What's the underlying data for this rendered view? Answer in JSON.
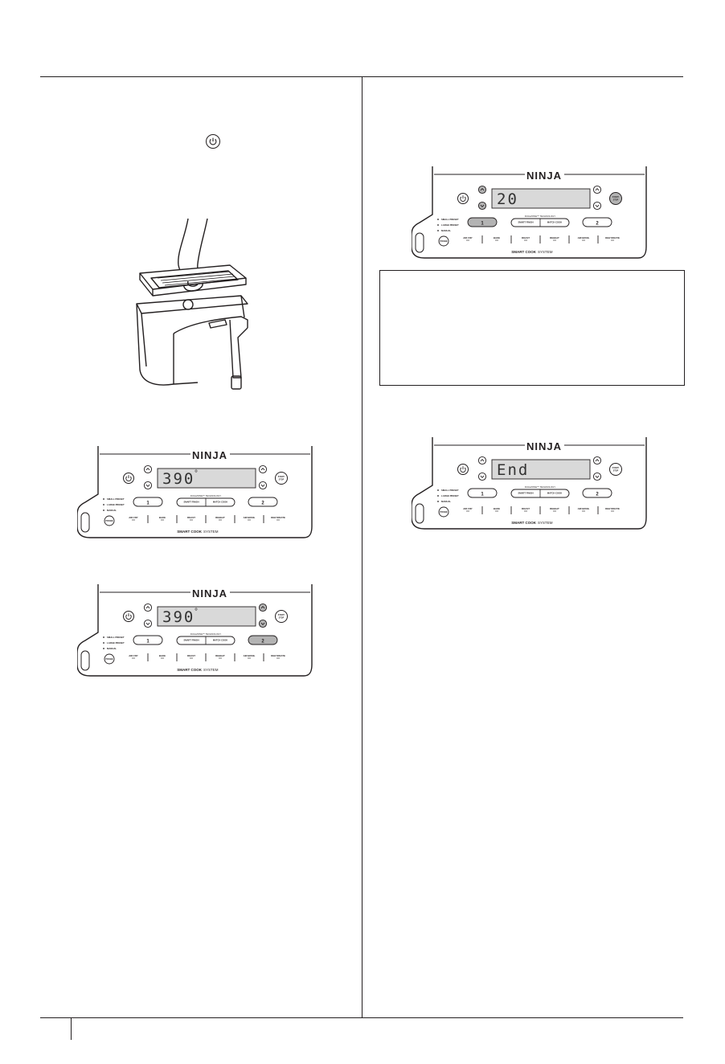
{
  "inline_icon": "power-icon",
  "panels": [
    {
      "id": "panel-a",
      "display": "390",
      "degree": true,
      "lit_buttons": [],
      "lit_arrows": []
    },
    {
      "id": "panel-b",
      "display": "390",
      "degree": true,
      "lit_buttons": [
        "zone2"
      ],
      "lit_arrows": [
        "right-up",
        "right-down"
      ]
    },
    {
      "id": "panel-c",
      "display": "20",
      "degree": false,
      "lit_buttons": [
        "zone1",
        "start"
      ],
      "lit_arrows": [
        "left-up",
        "left-down"
      ]
    },
    {
      "id": "panel-d",
      "display": "End",
      "degree": false,
      "lit_buttons": [],
      "lit_arrows": []
    }
  ],
  "panel_labels": {
    "brand": "NINJA",
    "zone1": "1",
    "zone2": "2",
    "start": "START/ STOP",
    "dualzone": "DUALZONE™ TECHNOLOGY",
    "smart_finish": "SMART FINISH",
    "match_cook": "MATCH COOK",
    "preset_small": "SMALL PRESET",
    "preset_large": "LARGE PRESET",
    "preset_manual": "MANUAL",
    "probe": "PROBE",
    "modes": [
      "AIR FRY",
      "BAKE",
      "ROAST",
      "REHEAT",
      "AIR BROIL",
      "DEHYDRATE"
    ],
    "system_bold": "SMART COOK",
    "system_light": "SYSTEM"
  },
  "colors": {
    "ink": "#231f20",
    "lcd": "#d9d9d9",
    "lit": "#b3b3b3"
  }
}
